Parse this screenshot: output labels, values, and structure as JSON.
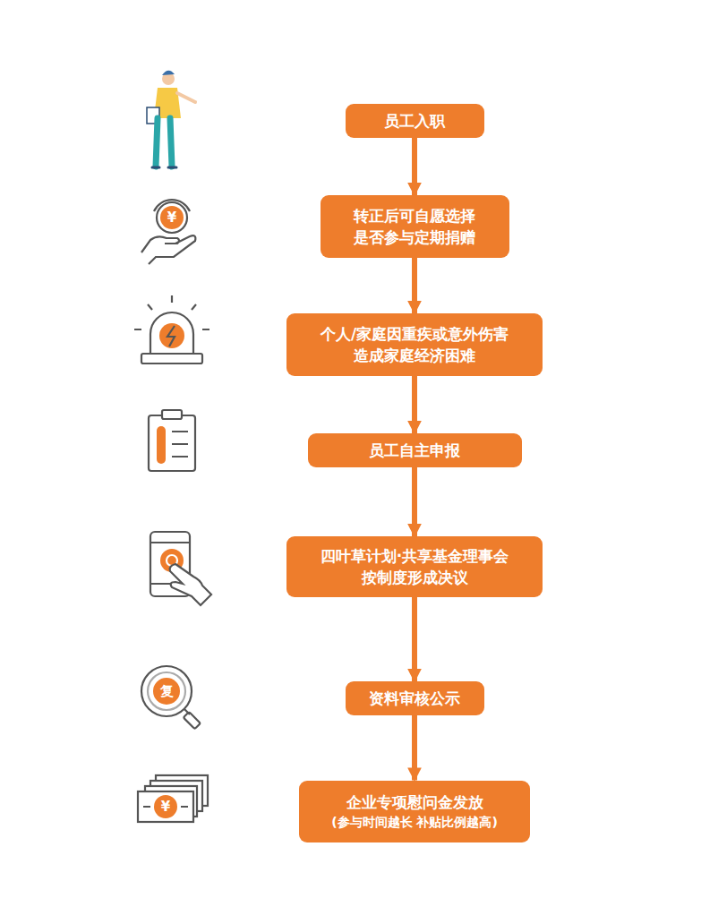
{
  "diagram": {
    "nodes": [
      {
        "text": [
          "员工入职"
        ]
      },
      {
        "text": [
          "转正后可自愿选择 是否参与定期捐赠"
        ]
      },
      {
        "text": [
          "个人/家庭因重疾或意外伤害 造成家庭经济困难"
        ]
      },
      {
        "text": [
          "员工自主申报"
        ]
      },
      {
        "text": [
          "四叶草计划·共享基金理事会 按制度形成决议"
        ]
      },
      {
        "text": [
          "资料审核公示"
        ]
      },
      {
        "text": [
          "企业专项慰问金发放",
          "(参与时间越长 补贴比例越高)"
        ]
      }
    ],
    "edges": [
      {
        "from": 0,
        "to": 1,
        "arrow": "to"
      },
      {
        "from": 1,
        "to": 2,
        "arrow": "to"
      },
      {
        "from": 2,
        "to": 3,
        "arrow": "to"
      },
      {
        "from": 3,
        "to": 4,
        "arrow": "to"
      },
      {
        "from": 4,
        "to": 5,
        "arrow": "to"
      },
      {
        "from": 5,
        "to": 6,
        "arrow": "to"
      }
    ],
    "labels": [
      "¥",
      "复",
      "¥"
    ]
  }
}
